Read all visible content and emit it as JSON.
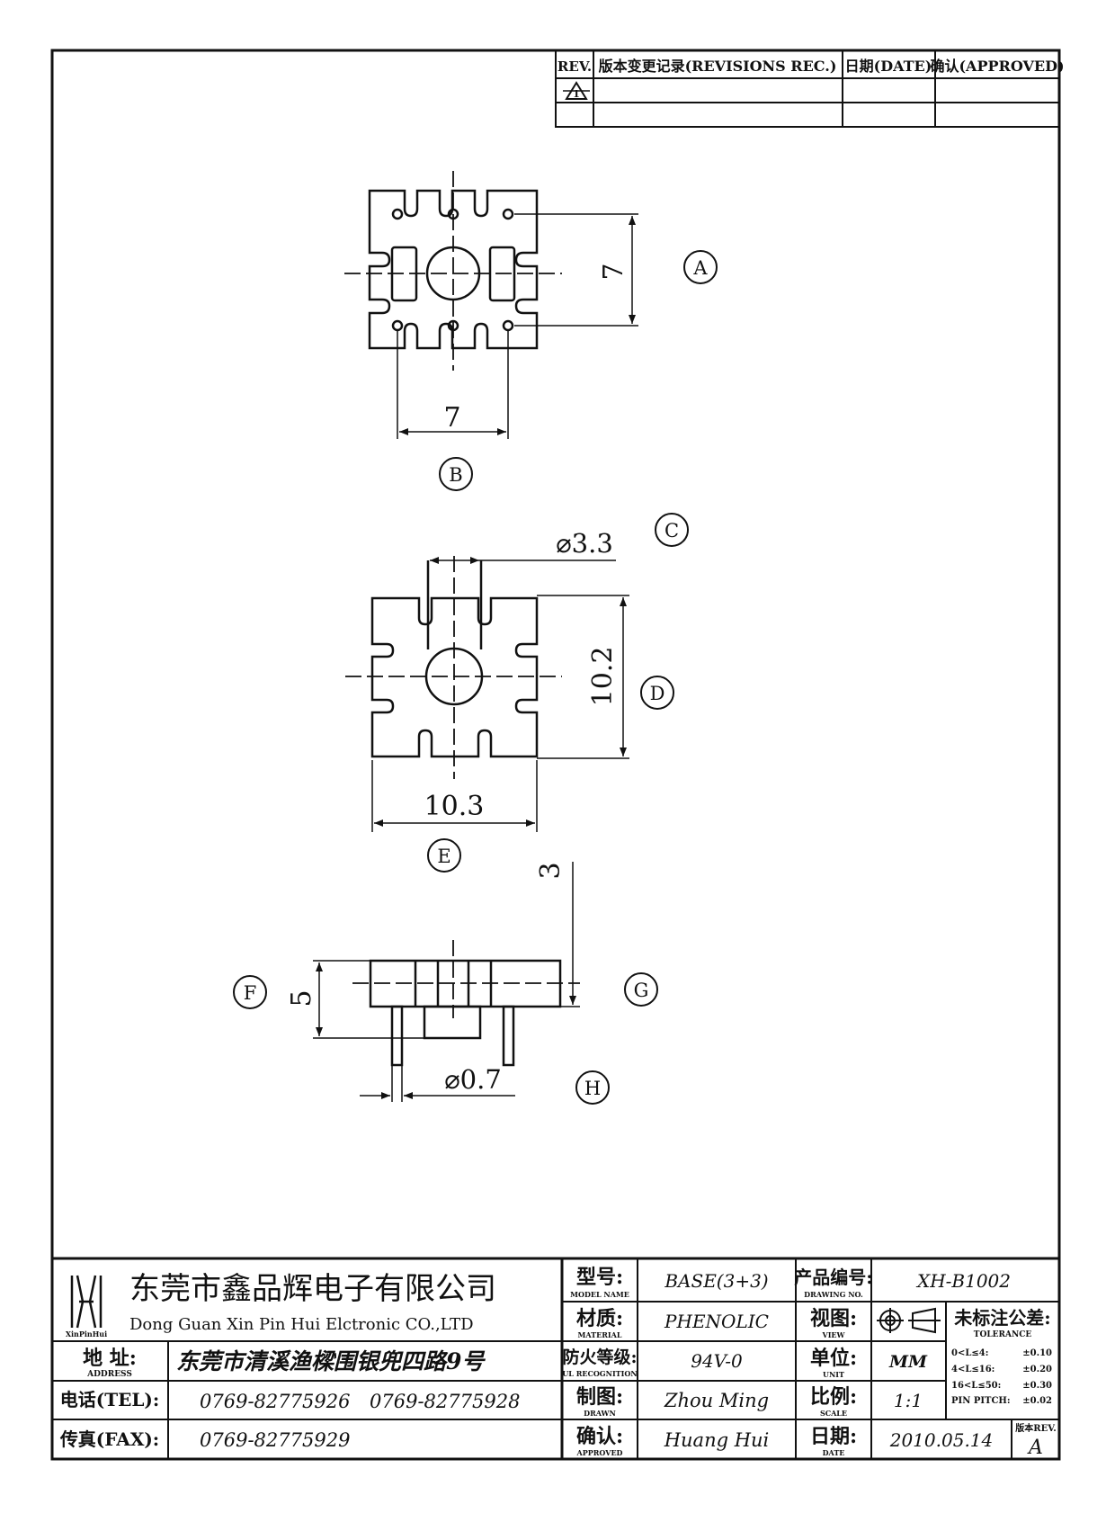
{
  "revision_table": {
    "rev_header": "REV.",
    "records_header": "版本变更记录(REVISIONS REC.)",
    "date_header": "日期(DATE)",
    "approved_header": "确认(APPROVED)",
    "rev_symbol": "1"
  },
  "views": {
    "top": {
      "dim_vertical": "7",
      "dim_horizontal": "7",
      "label_vertical": "A",
      "label_horizontal": "B"
    },
    "bottom": {
      "hole_dia": "⌀3.3",
      "dim_height": "10.2",
      "dim_width": "10.3",
      "label_hole": "C",
      "label_height": "D",
      "label_width": "E"
    },
    "side": {
      "dim_pin_length": "3",
      "dim_height": "5",
      "pin_dia": "⌀0.7",
      "label_height": "F",
      "label_pin_length": "G",
      "label_pin": "H"
    }
  },
  "title_block": {
    "logo_text": "XinPinHui",
    "company_cn": "东莞市鑫品辉电子有限公司",
    "company_en": "Dong Guan Xin Pin Hui Elctronic CO.,LTD",
    "address_label": "地  址:",
    "address_label_en": "ADDRESS",
    "address": "东莞市清溪渔樑围银兜四路9号",
    "tel_label": "电话(TEL):",
    "tel_1": "0769-82775926",
    "tel_2": "0769-82775928",
    "fax_label": "传真(FAX):",
    "fax": "0769-82775929",
    "model_label": "型号:",
    "model_label_en": "MODEL NAME",
    "model": "BASE(3+3)",
    "material_label": "材质:",
    "material_label_en": "MATERIAL",
    "material": "PHENOLIC",
    "fire_label": "防火等级:",
    "fire_label_en": "UL RECOGNITION",
    "fire": "94V-0",
    "drawn_label": "制图:",
    "drawn_label_en": "DRAWN",
    "drawn": "Zhou Ming",
    "approved_label": "确认:",
    "approved_label_en": "APPROVED",
    "approved": "Huang Hui",
    "drawing_no_label": "产品编号:",
    "drawing_no_label_en": "DRAWING NO.",
    "drawing_no": "XH-B1002",
    "view_label": "视图:",
    "view_label_en": "VIEW",
    "unit_label": "单位:",
    "unit_label_en": "UNIT",
    "unit": "MM",
    "scale_label": "比例:",
    "scale_label_en": "SCALE",
    "scale": "1:1",
    "date_label": "日期:",
    "date_label_en": "DATE",
    "date": "2010.05.14",
    "tolerance_label": "未标注公差:",
    "tolerance_label_en": "TOLERANCE",
    "tolerances": [
      {
        "range": "0<L≤4:",
        "value": "±0.10"
      },
      {
        "range": "4<L≤16:",
        "value": "±0.20"
      },
      {
        "range": "16<L≤50:",
        "value": "±0.30"
      },
      {
        "range": "PIN PITCH:",
        "value": "±0.02"
      }
    ],
    "version_label": "版本REV.",
    "version": "A"
  }
}
